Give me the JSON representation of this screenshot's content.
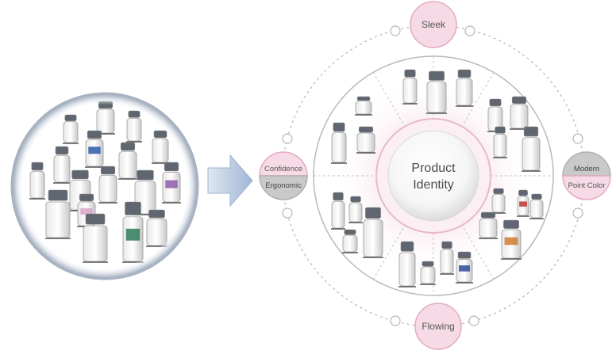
{
  "center": {
    "line1": "Product",
    "line2": "Identity"
  },
  "keywords": {
    "top": "Sleek",
    "bottom": "Flowing",
    "left_upper": "Confidence",
    "left_lower": "Ergonomic",
    "right_upper": "Modern",
    "right_lower": "Point Color"
  },
  "colors": {
    "pink_fill": "#f6dbe6",
    "pink_stroke": "#e4a9c2",
    "gray_fill": "#c9c9c9",
    "ring_stroke": "#b9b9b9",
    "text": "#555555",
    "arrow": "#a9bdd8"
  },
  "icons": {
    "arrow": "right-arrow-icon",
    "devices": "medical-device-icon"
  }
}
